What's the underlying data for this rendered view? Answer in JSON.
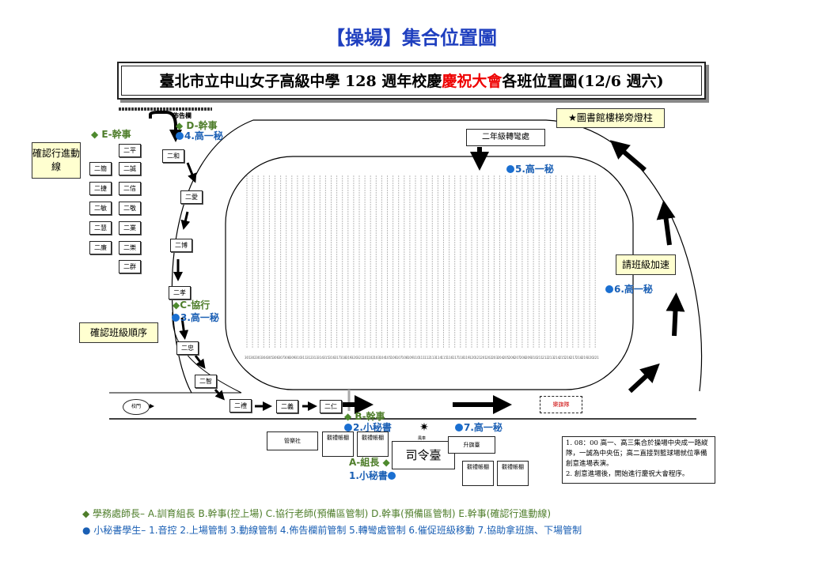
{
  "title": "【操場】集合位置圖",
  "banner": {
    "part1": "臺北市立中山女子高級中學 128 週年校慶",
    "part2": "慶祝大會",
    "part3": "各班位置圖(12/6 週六)"
  },
  "bulletin": "佈告欄",
  "left_classes": [
    "二平",
    "二簡",
    "二誠",
    "二捷",
    "二信",
    "二敏",
    "二敬",
    "二慧",
    "二業",
    "二廉",
    "二樂",
    "二群"
  ],
  "path_classes": [
    "二和",
    "二愛",
    "二博",
    "二孝",
    "二忠",
    "二智",
    "二禮",
    "二義",
    "二仁"
  ],
  "staff": {
    "E": "E-幹事",
    "D": "D-幹事",
    "C": "C-協行",
    "B": "B-幹事",
    "A": "A-組長"
  },
  "secretaries": {
    "s4": "4.高一秘",
    "s5": "5.高一秘",
    "s3": "3.高一秘",
    "s6": "6.高一秘",
    "s2": "2.小秘書",
    "s7": "7.高一秘",
    "s1": "1.小秘書"
  },
  "callouts": {
    "route": "確認行進動線",
    "order": "確認班級順序",
    "library": "★圖書館樓梯旁燈柱",
    "speed": "請班級加速"
  },
  "turn": "二年級轉彎處",
  "gate": "校門",
  "band_queue": "樂旗隊",
  "windmill": "風車",
  "facilities": {
    "band": "管樂社",
    "tent": "觀禮帳棚",
    "stage": "司令臺",
    "flag": "升旗臺"
  },
  "notes": [
    "1. 08：00 高一、高三集合於操場中央成一路縱隊，一誠為中央伍；高二直接到籃球場就位準備創意進場表演。",
    "2. 創意進場後，開始進行慶祝大會程序。"
  ],
  "legend": {
    "staff": "◆ 學務處師長– A.訓育組長 B.幹事(控上場) C.協行老師(預備區管制) D.幹事(預備區管制) E.幹事(確認行進動線)",
    "secretary": "● 小秘書學生– 1.音控 2.上場管制 3.動線管制 4.佈告欄前管制 5.轉彎處管制 6.催促班級移動 7.協助拿班旗、下場管制"
  },
  "field_groups": [
    301,
    101,
    201
  ],
  "field_group_size": 21
}
